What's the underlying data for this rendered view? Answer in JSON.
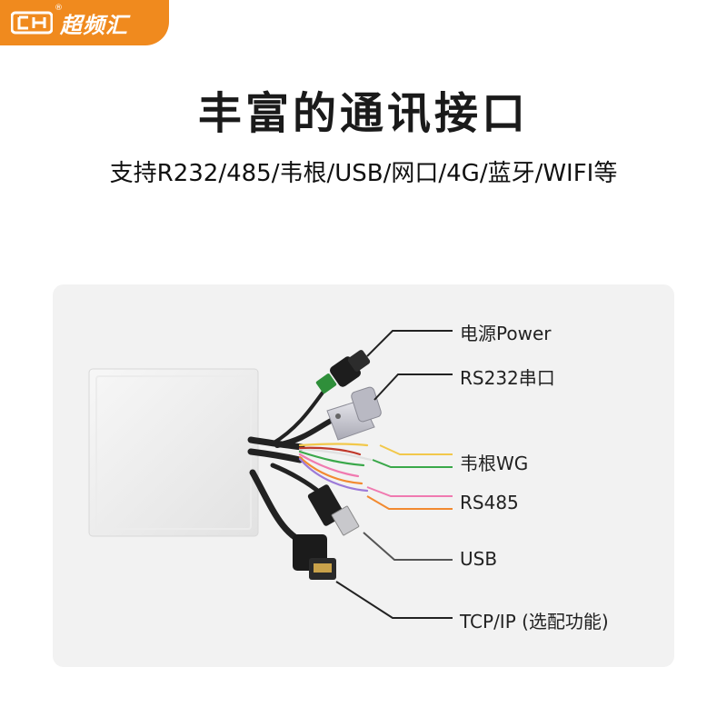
{
  "brand": {
    "logo_text": "超频汇",
    "registered_mark": "®",
    "accent_color": "#f08a1e"
  },
  "heading": {
    "title": "丰富的通讯接口",
    "subtitle": "支持R232/485/韦根/USB/网口/4G/蓝牙/WIFI等"
  },
  "callouts": [
    {
      "label": "电源Power",
      "icon": "dc-power-jack-icon"
    },
    {
      "label": "RS232串口",
      "icon": "db9-serial-connector-icon"
    },
    {
      "label": "韦根WG",
      "icon": "wiegand-wires-icon"
    },
    {
      "label": "RS485",
      "icon": "rs485-wires-icon"
    },
    {
      "label": "USB",
      "icon": "usb-plug-icon"
    },
    {
      "label": "TCP/IP (选配功能)",
      "icon": "rj45-plug-icon"
    }
  ],
  "wire_colors": {
    "yellow": "#f2c84b",
    "green": "#3aa84a",
    "pink": "#f07ab0",
    "orange": "#f28a30",
    "panel_bg": "#f2f2f2",
    "reader": "#ebebeb"
  }
}
